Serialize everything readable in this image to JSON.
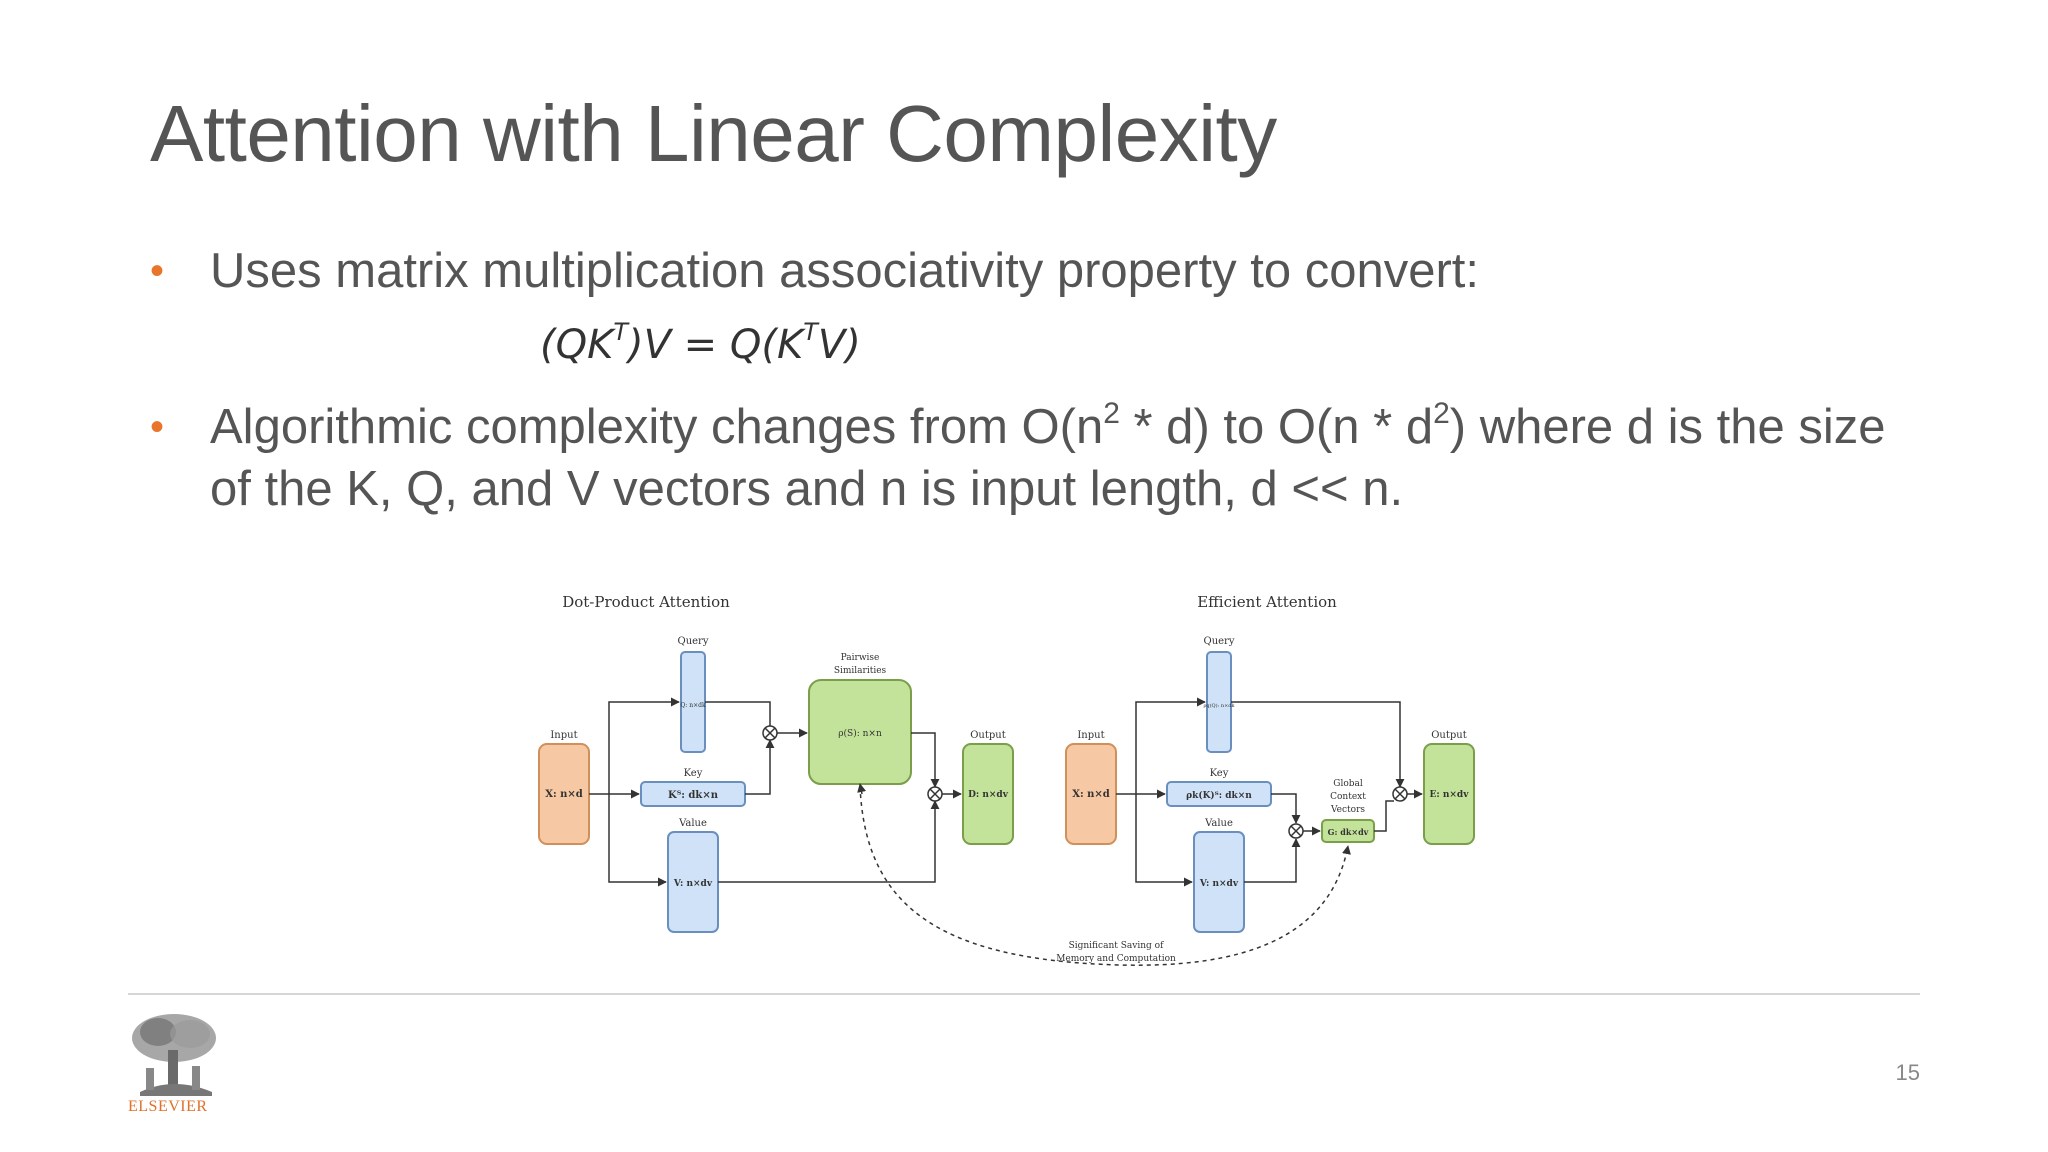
{
  "slide": {
    "title": "Attention with Linear Complexity",
    "bullets": [
      {
        "text": "Uses matrix multiplication associativity property to convert:"
      },
      {
        "part1": "Algorithmic complexity changes from O(n",
        "sup1": "2",
        "part2": " * d) to O(n * d",
        "sup2": "2",
        "part3": ") where d is the size of the K, Q, and V vectors and n is input length, d << n."
      }
    ],
    "formula": {
      "left_open": "(QK",
      "left_sup": "T",
      "left_close": ")V = Q(K",
      "right_sup": "T",
      "right_close": "V)"
    },
    "page_number": "15"
  },
  "diagram": {
    "left_title": "Dot-Product Attention",
    "right_title": "Efficient Attention",
    "labels": {
      "query": "Query",
      "key": "Key",
      "value": "Value",
      "input": "Input",
      "output": "Output",
      "pairwise1": "Pairwise",
      "pairwise2": "Similarities",
      "global1": "Global",
      "global2": "Context",
      "global3": "Vectors",
      "saving1": "Significant Saving of",
      "saving2": "Memory and Computation"
    },
    "left": {
      "input_box": "X: n×d",
      "query_box": "Q: n×dk",
      "key_box": "Kᵀ: dk×n",
      "value_box": "V: n×dv",
      "pairwise_box": "ρ(S): n×n",
      "output_box": "D: n×dv"
    },
    "right": {
      "input_box": "X: n×d",
      "query_box": "ρq(Q): n×dk",
      "key_box": "ρk(K)ᵀ: dk×n",
      "value_box": "V: n×dv",
      "context_box": "G: dk×dv",
      "output_box": "E: n×dv"
    },
    "colors": {
      "blue_fill": "#cfe2f7",
      "blue_stroke": "#6a8fbf",
      "orange_fill": "#f6c9a4",
      "orange_stroke": "#d0905a",
      "green_fill": "#c3e29a",
      "green_stroke": "#7a9e4a"
    }
  },
  "footer": {
    "logo_text": "ELSEVIER",
    "logo_icon": "elsevier-tree-icon"
  }
}
